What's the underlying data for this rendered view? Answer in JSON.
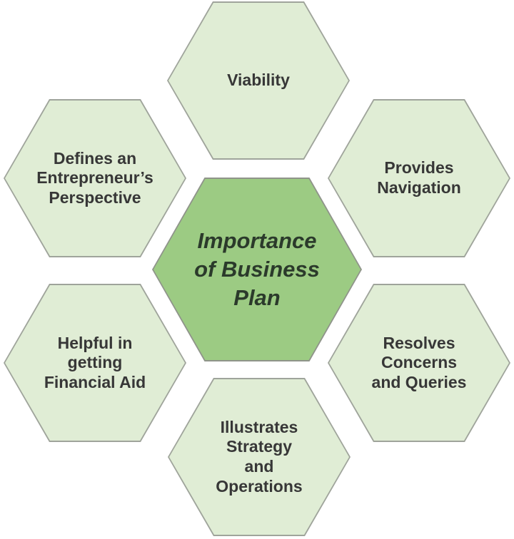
{
  "diagram": {
    "type": "hexagon-cluster",
    "background_color": "#ffffff",
    "center_hexagon": {
      "label": "Importance\nof Business\nPlan",
      "fill_color": "#9ccb83",
      "border_color": "#8f948a",
      "text_color": "#2b3a2b"
    },
    "outer_hexagons": [
      {
        "id": "viability",
        "position": "top",
        "label": "Viability"
      },
      {
        "id": "provides-navigation",
        "position": "top-right",
        "label": "Provides\nNavigation"
      },
      {
        "id": "resolves-concerns-queries",
        "position": "bottom-right",
        "label": "Resolves\nConcerns\nand Queries"
      },
      {
        "id": "illustrates-strategy-operations",
        "position": "bottom",
        "label": "Illustrates\nStrategy\nand\nOperations"
      },
      {
        "id": "helpful-financial-aid",
        "position": "bottom-left",
        "label": "Helpful in\ngetting\nFinancial Aid"
      },
      {
        "id": "defines-entrepreneurs-perspective",
        "position": "top-left",
        "label": "Defines an\nEntrepreneur’s\nPerspective"
      }
    ],
    "outer_fill_color": "#e0edd5",
    "outer_border_color": "#9fa49b",
    "outer_text_color": "#373737"
  }
}
